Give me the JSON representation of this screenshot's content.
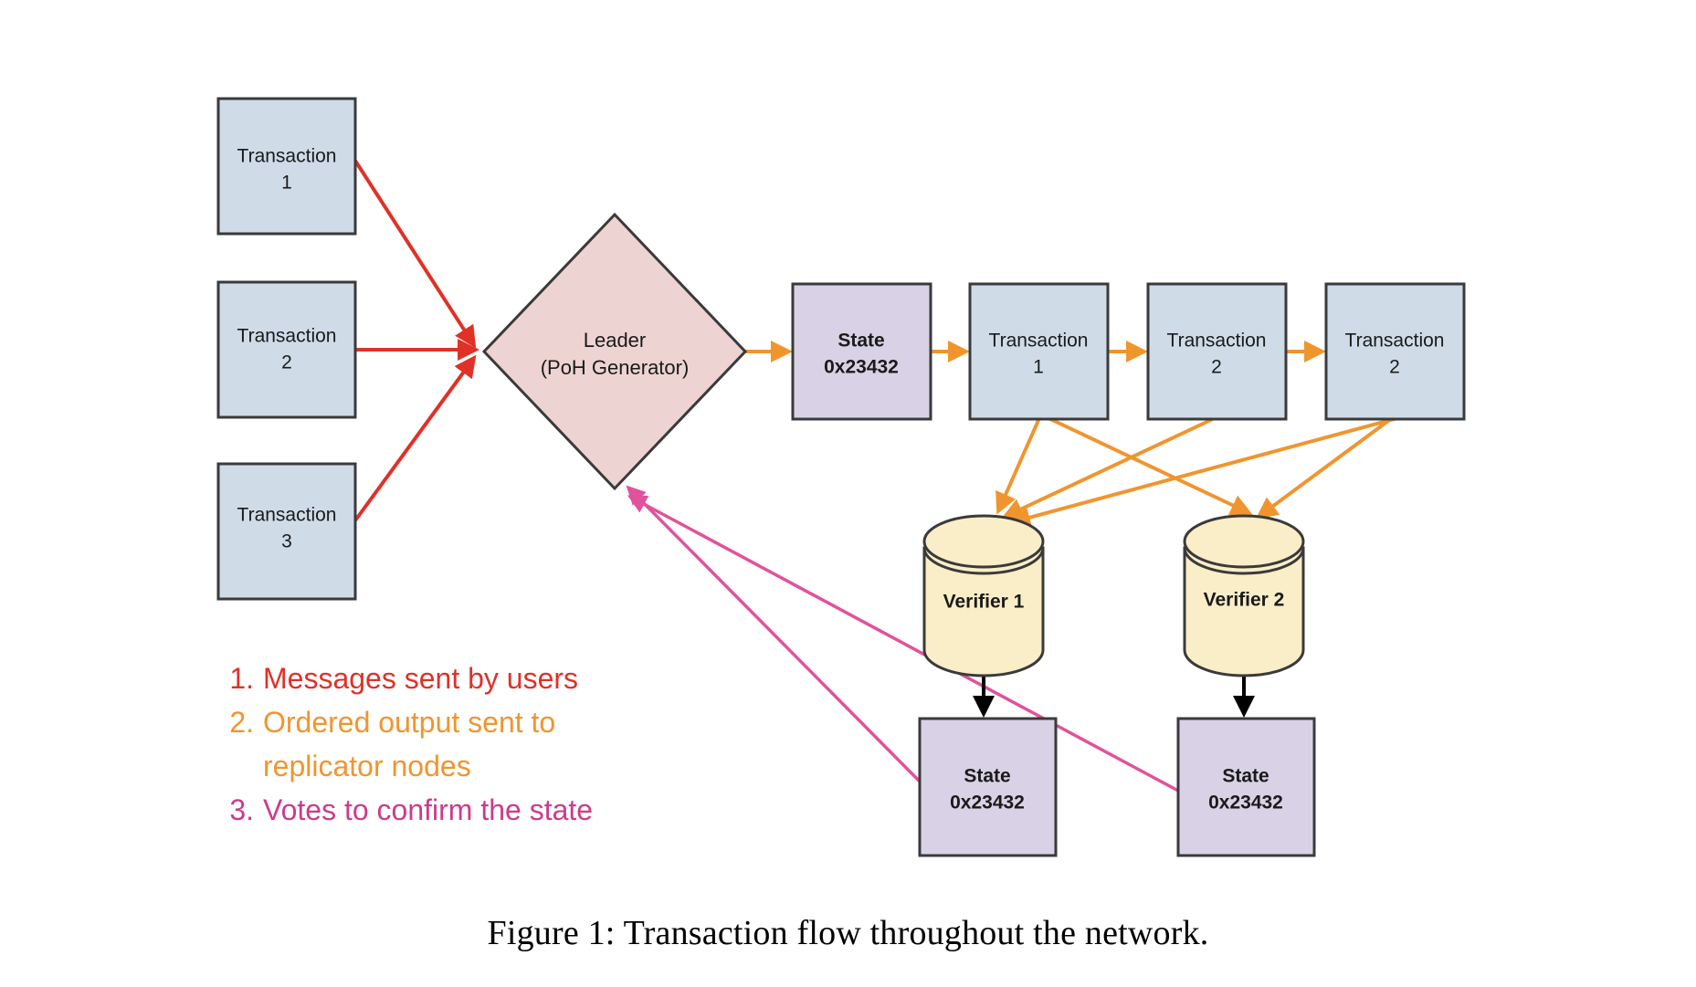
{
  "figure": {
    "caption": "Figure 1: Transaction flow throughout the network."
  },
  "colors": {
    "transaction_fill": "#cfdce8",
    "state_fill": "#d9d2e6",
    "leader_fill": "#eed3d3",
    "verifier_fill": "#faeec8",
    "node_stroke": "#3a3a3a",
    "arrow_users": "#e03127",
    "arrow_ordered": "#f0952e",
    "arrow_votes": "#e0529c",
    "arrow_commit": "#000000",
    "legend_1": "#e03127",
    "legend_2": "#f0952e",
    "legend_3": "#cc3b8c"
  },
  "nodes": {
    "input_transactions": [
      {
        "id": "tx-in-1",
        "line1": "Transaction",
        "line2": "1"
      },
      {
        "id": "tx-in-2",
        "line1": "Transaction",
        "line2": "2"
      },
      {
        "id": "tx-in-3",
        "line1": "Transaction",
        "line2": "3"
      }
    ],
    "leader": {
      "line1": "Leader",
      "line2": "(PoH Generator)"
    },
    "ledger_chain": [
      {
        "id": "ledger-state",
        "line1": "State",
        "line2": "0x23432",
        "bold": true
      },
      {
        "id": "ledger-tx-1",
        "line1": "Transaction",
        "line2": "1",
        "bold": false
      },
      {
        "id": "ledger-tx-2",
        "line1": "Transaction",
        "line2": "2",
        "bold": false
      },
      {
        "id": "ledger-tx-3",
        "line1": "Transaction",
        "line2": "2",
        "bold": false
      }
    ],
    "verifiers": [
      {
        "id": "verifier-1",
        "label": "Verifier 1"
      },
      {
        "id": "verifier-2",
        "label": "Verifier 2"
      }
    ],
    "verified_states": [
      {
        "id": "verified-state-1",
        "line1": "State",
        "line2": "0x23432"
      },
      {
        "id": "verified-state-2",
        "line1": "State",
        "line2": "0x23432"
      }
    ]
  },
  "legend": {
    "items": [
      {
        "number": "1.",
        "lines": [
          "Messages sent by users"
        ],
        "color_key": "legend_1"
      },
      {
        "number": "2.",
        "lines": [
          "Ordered output sent to",
          "replicator nodes"
        ],
        "color_key": "legend_2"
      },
      {
        "number": "3.",
        "lines": [
          "Votes to confirm the state"
        ],
        "color_key": "legend_3"
      }
    ]
  }
}
